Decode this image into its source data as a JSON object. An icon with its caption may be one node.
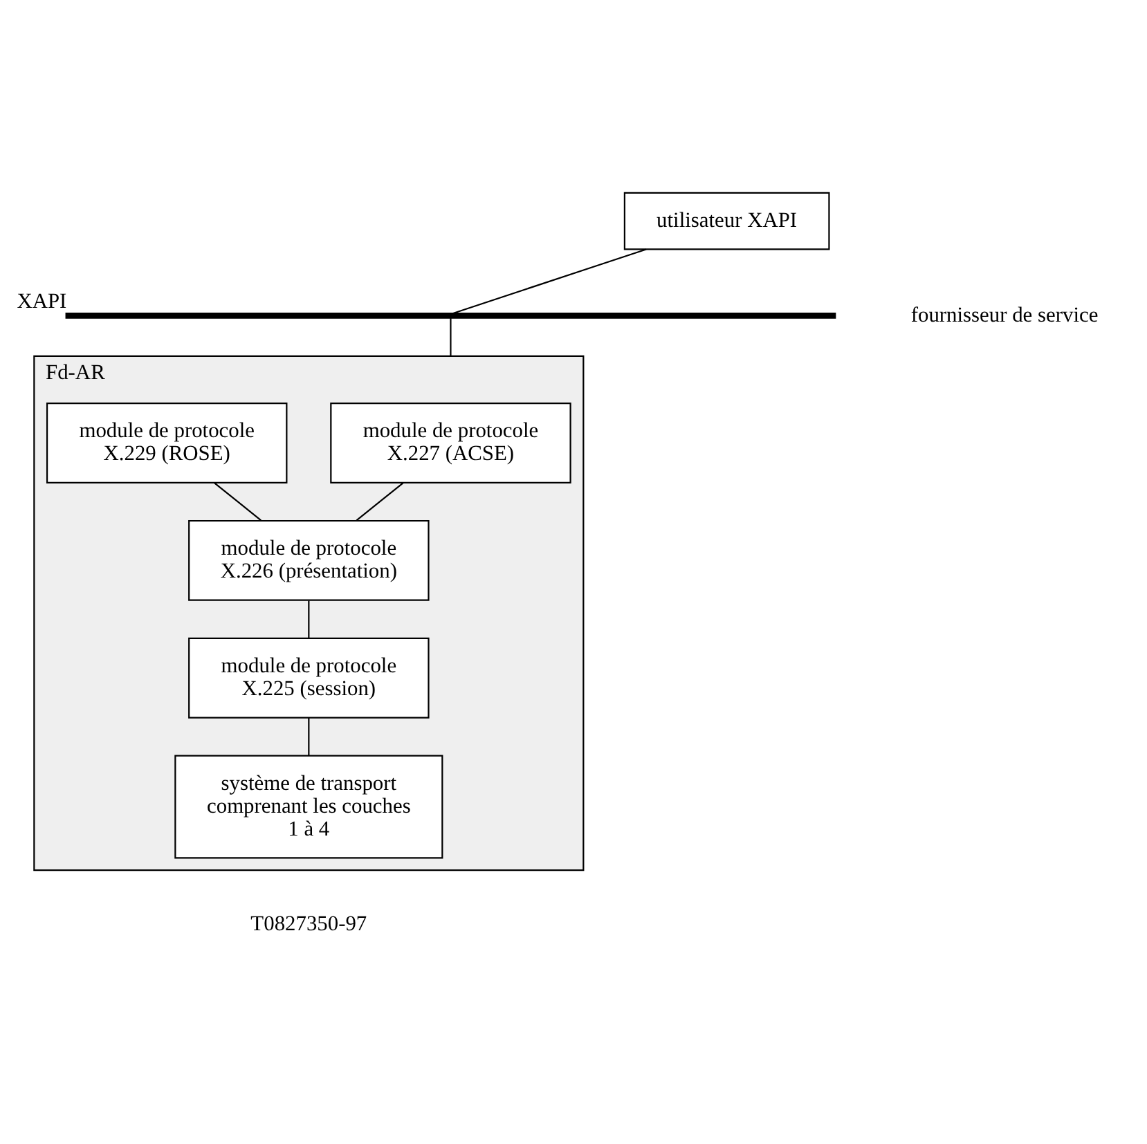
{
  "diagram": {
    "nodes": [
      {
        "text": [
          "utilisateur XAPI"
        ]
      },
      {
        "text": [],
        "shape": "bar",
        "beside": [
          "XAPI"
        ]
      },
      {
        "text": [
          "Fd-AR"
        ]
      },
      {
        "text": [
          "module de protocole X.227 (ACSE)"
        ],
        "in": 2
      },
      {
        "text": [
          "module de protocole X.229 (ROSE)"
        ],
        "in": 2
      },
      {
        "text": [
          "module de protocole X.226 (présentation)"
        ],
        "in": 2
      },
      {
        "text": [
          "module de protocole X.225 (session)"
        ],
        "in": 2
      },
      {
        "text": [
          "système de transport comprenant les couches 1 à 4"
        ],
        "in": 2
      }
    ],
    "edges": [
      {
        "from": 0,
        "to": 1,
        "arrow": "none"
      },
      {
        "from": 1,
        "to": 2,
        "arrow": "none"
      },
      {
        "from": 3,
        "to": 5,
        "arrow": "none"
      },
      {
        "from": 4,
        "to": 5,
        "arrow": "none"
      },
      {
        "from": 5,
        "to": 6,
        "arrow": "none"
      },
      {
        "from": 6,
        "to": 7,
        "arrow": "none"
      }
    ],
    "labels": [
      "fournisseur de service",
      "T0827350-97"
    ]
  }
}
